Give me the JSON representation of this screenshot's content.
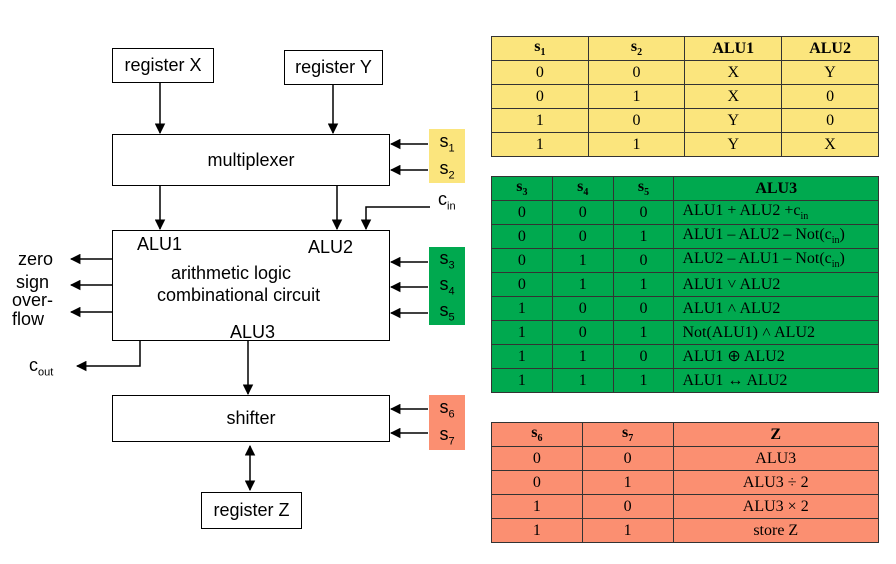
{
  "diagram": {
    "register_x": "register X",
    "register_y": "register Y",
    "multiplexer": "multiplexer",
    "alu_line1": "arithmetic logic",
    "alu_line2": "combinational circuit",
    "alu1_label": "ALU1",
    "alu2_label": "ALU2",
    "alu3_label": "ALU3",
    "shifter": "shifter",
    "register_z": "register Z",
    "cin": "c",
    "cin_sub": "in",
    "cout": "c",
    "cout_sub": "out",
    "flag_zero": "zero",
    "flag_sign": "sign",
    "flag_overflow_1": "over-",
    "flag_overflow_2": "flow",
    "sel_letter": "s",
    "mux_selects": [
      "1",
      "2"
    ],
    "alu_selects": [
      "3",
      "4",
      "5"
    ],
    "shift_selects": [
      "6",
      "7"
    ],
    "colors": {
      "yellow": "#fbe57d",
      "green": "#00a94f",
      "salmon": "#fb8f71"
    }
  },
  "table_mux": {
    "headers": [
      {
        "main": "s",
        "sub": "1"
      },
      {
        "main": "s",
        "sub": "2"
      },
      {
        "main": "ALU1",
        "sub": ""
      },
      {
        "main": "ALU2",
        "sub": ""
      }
    ],
    "rows": [
      [
        "0",
        "0",
        "X",
        "Y"
      ],
      [
        "0",
        "1",
        "X",
        "0"
      ],
      [
        "1",
        "0",
        "Y",
        "0"
      ],
      [
        "1",
        "1",
        "Y",
        "X"
      ]
    ]
  },
  "table_alu": {
    "headers": [
      {
        "main": "s",
        "sub": "3"
      },
      {
        "main": "s",
        "sub": "4"
      },
      {
        "main": "s",
        "sub": "5"
      },
      {
        "main": "ALU3",
        "sub": ""
      }
    ],
    "rows": [
      [
        "0",
        "0",
        "0",
        "ALU1 + ALU2 +c",
        "in",
        ""
      ],
      [
        "0",
        "0",
        "1",
        "ALU1 – ALU2 – Not(c",
        "in",
        ")"
      ],
      [
        "0",
        "1",
        "0",
        "ALU2 – ALU1 – Not(c",
        "in",
        ")"
      ],
      [
        "0",
        "1",
        "1",
        "ALU1 ˅ ALU2",
        "",
        ""
      ],
      [
        "1",
        "0",
        "0",
        "ALU1 ˄ ALU2",
        "",
        ""
      ],
      [
        "1",
        "0",
        "1",
        "Not(ALU1) ˄ ALU2",
        "",
        ""
      ],
      [
        "1",
        "1",
        "0",
        "ALU1 ⊕ ALU2",
        "",
        ""
      ],
      [
        "1",
        "1",
        "1",
        "ALU1 ↔ ALU2",
        "",
        ""
      ]
    ]
  },
  "table_shift": {
    "headers": [
      {
        "main": "s",
        "sub": "6"
      },
      {
        "main": "s",
        "sub": "7"
      },
      {
        "main": "Z",
        "sub": ""
      }
    ],
    "rows": [
      [
        "0",
        "0",
        "ALU3"
      ],
      [
        "0",
        "1",
        "ALU3 ÷ 2"
      ],
      [
        "1",
        "0",
        "ALU3 × 2"
      ],
      [
        "1",
        "1",
        "store Z"
      ]
    ]
  }
}
